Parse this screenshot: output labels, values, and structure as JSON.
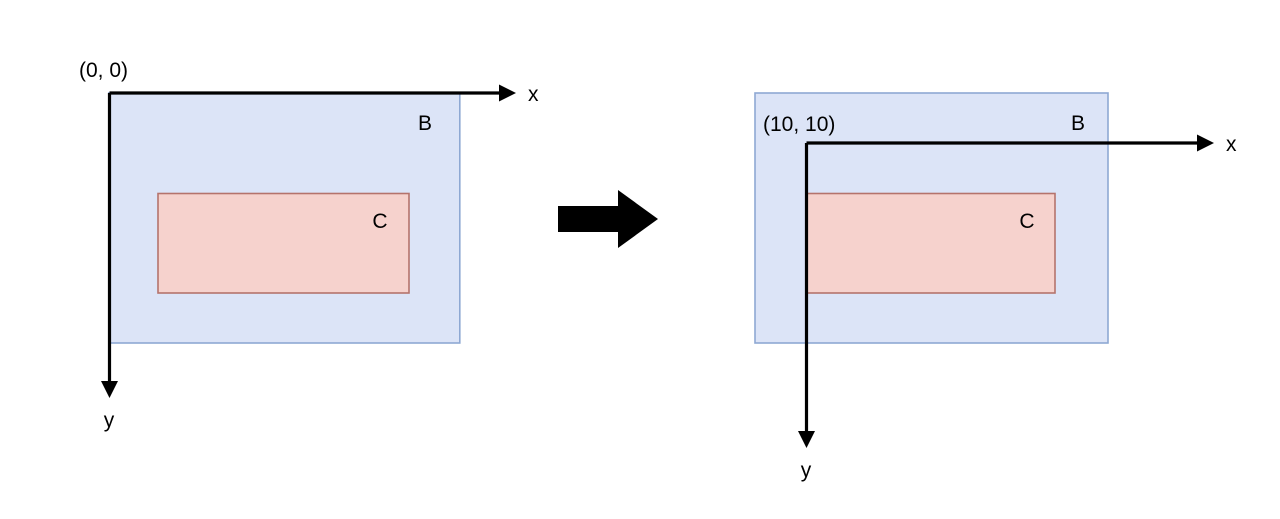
{
  "diagram": {
    "title": "coordinate-origin-translation",
    "colors": {
      "outer_rect_fill": "#dce4f7",
      "outer_rect_stroke": "#8ea8d3",
      "inner_rect_fill": "#f6d2cd",
      "inner_rect_stroke": "#b5736c",
      "axis_stroke": "#000000",
      "background": "#ffffff",
      "transform_arrow": "#000000"
    },
    "left_panel": {
      "name": "before-translation",
      "origin_label": "(0, 0)",
      "outer_rect_label": "B",
      "inner_rect_label": "C",
      "x_axis_label": "x",
      "y_axis_label": "y"
    },
    "transform_arrow": {
      "name": "transform-arrow",
      "direction": "right"
    },
    "right_panel": {
      "name": "after-translation",
      "origin_label": "(10, 10)",
      "outer_rect_label": "B",
      "inner_rect_label": "C",
      "x_axis_label": "x",
      "y_axis_label": "y"
    }
  }
}
